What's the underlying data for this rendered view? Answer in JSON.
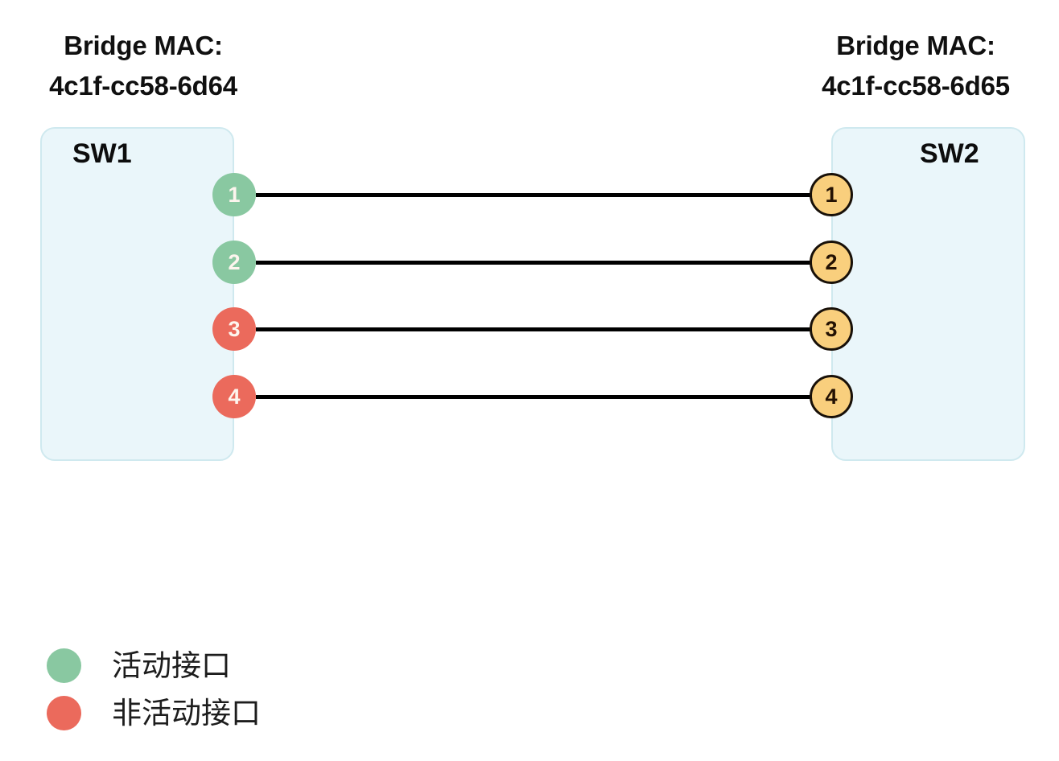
{
  "diagram": {
    "left_device": {
      "mac_caption_title": "Bridge MAC:",
      "mac_caption_value": "4c1f-cc58-6d64",
      "name": "SW1"
    },
    "right_device": {
      "mac_caption_title": "Bridge MAC:",
      "mac_caption_value": "4c1f-cc58-6d65",
      "name": "SW2"
    },
    "left_ports": [
      {
        "label": "1",
        "state": "active"
      },
      {
        "label": "2",
        "state": "active"
      },
      {
        "label": "3",
        "state": "inactive"
      },
      {
        "label": "4",
        "state": "inactive"
      }
    ],
    "right_ports": [
      {
        "label": "1"
      },
      {
        "label": "2"
      },
      {
        "label": "3"
      },
      {
        "label": "4"
      }
    ],
    "links": [
      {
        "from": "1",
        "to": "1"
      },
      {
        "from": "2",
        "to": "2"
      },
      {
        "from": "3",
        "to": "3"
      },
      {
        "from": "4",
        "to": "4"
      }
    ],
    "legend": [
      {
        "label": "活动接口",
        "color": "#89c8a1",
        "state": "active"
      },
      {
        "label": "非活动接口",
        "color": "#eb6a5c",
        "state": "inactive"
      }
    ]
  },
  "colors": {
    "active_port": "#89c8a1",
    "inactive_port": "#eb6a5c",
    "remote_port": "#f9cf7d",
    "remote_port_border": "#181008",
    "switch_fill": "#eaf6fa",
    "switch_border": "#cfe9ef",
    "link_line": "#000000",
    "background": "#ffffff"
  }
}
